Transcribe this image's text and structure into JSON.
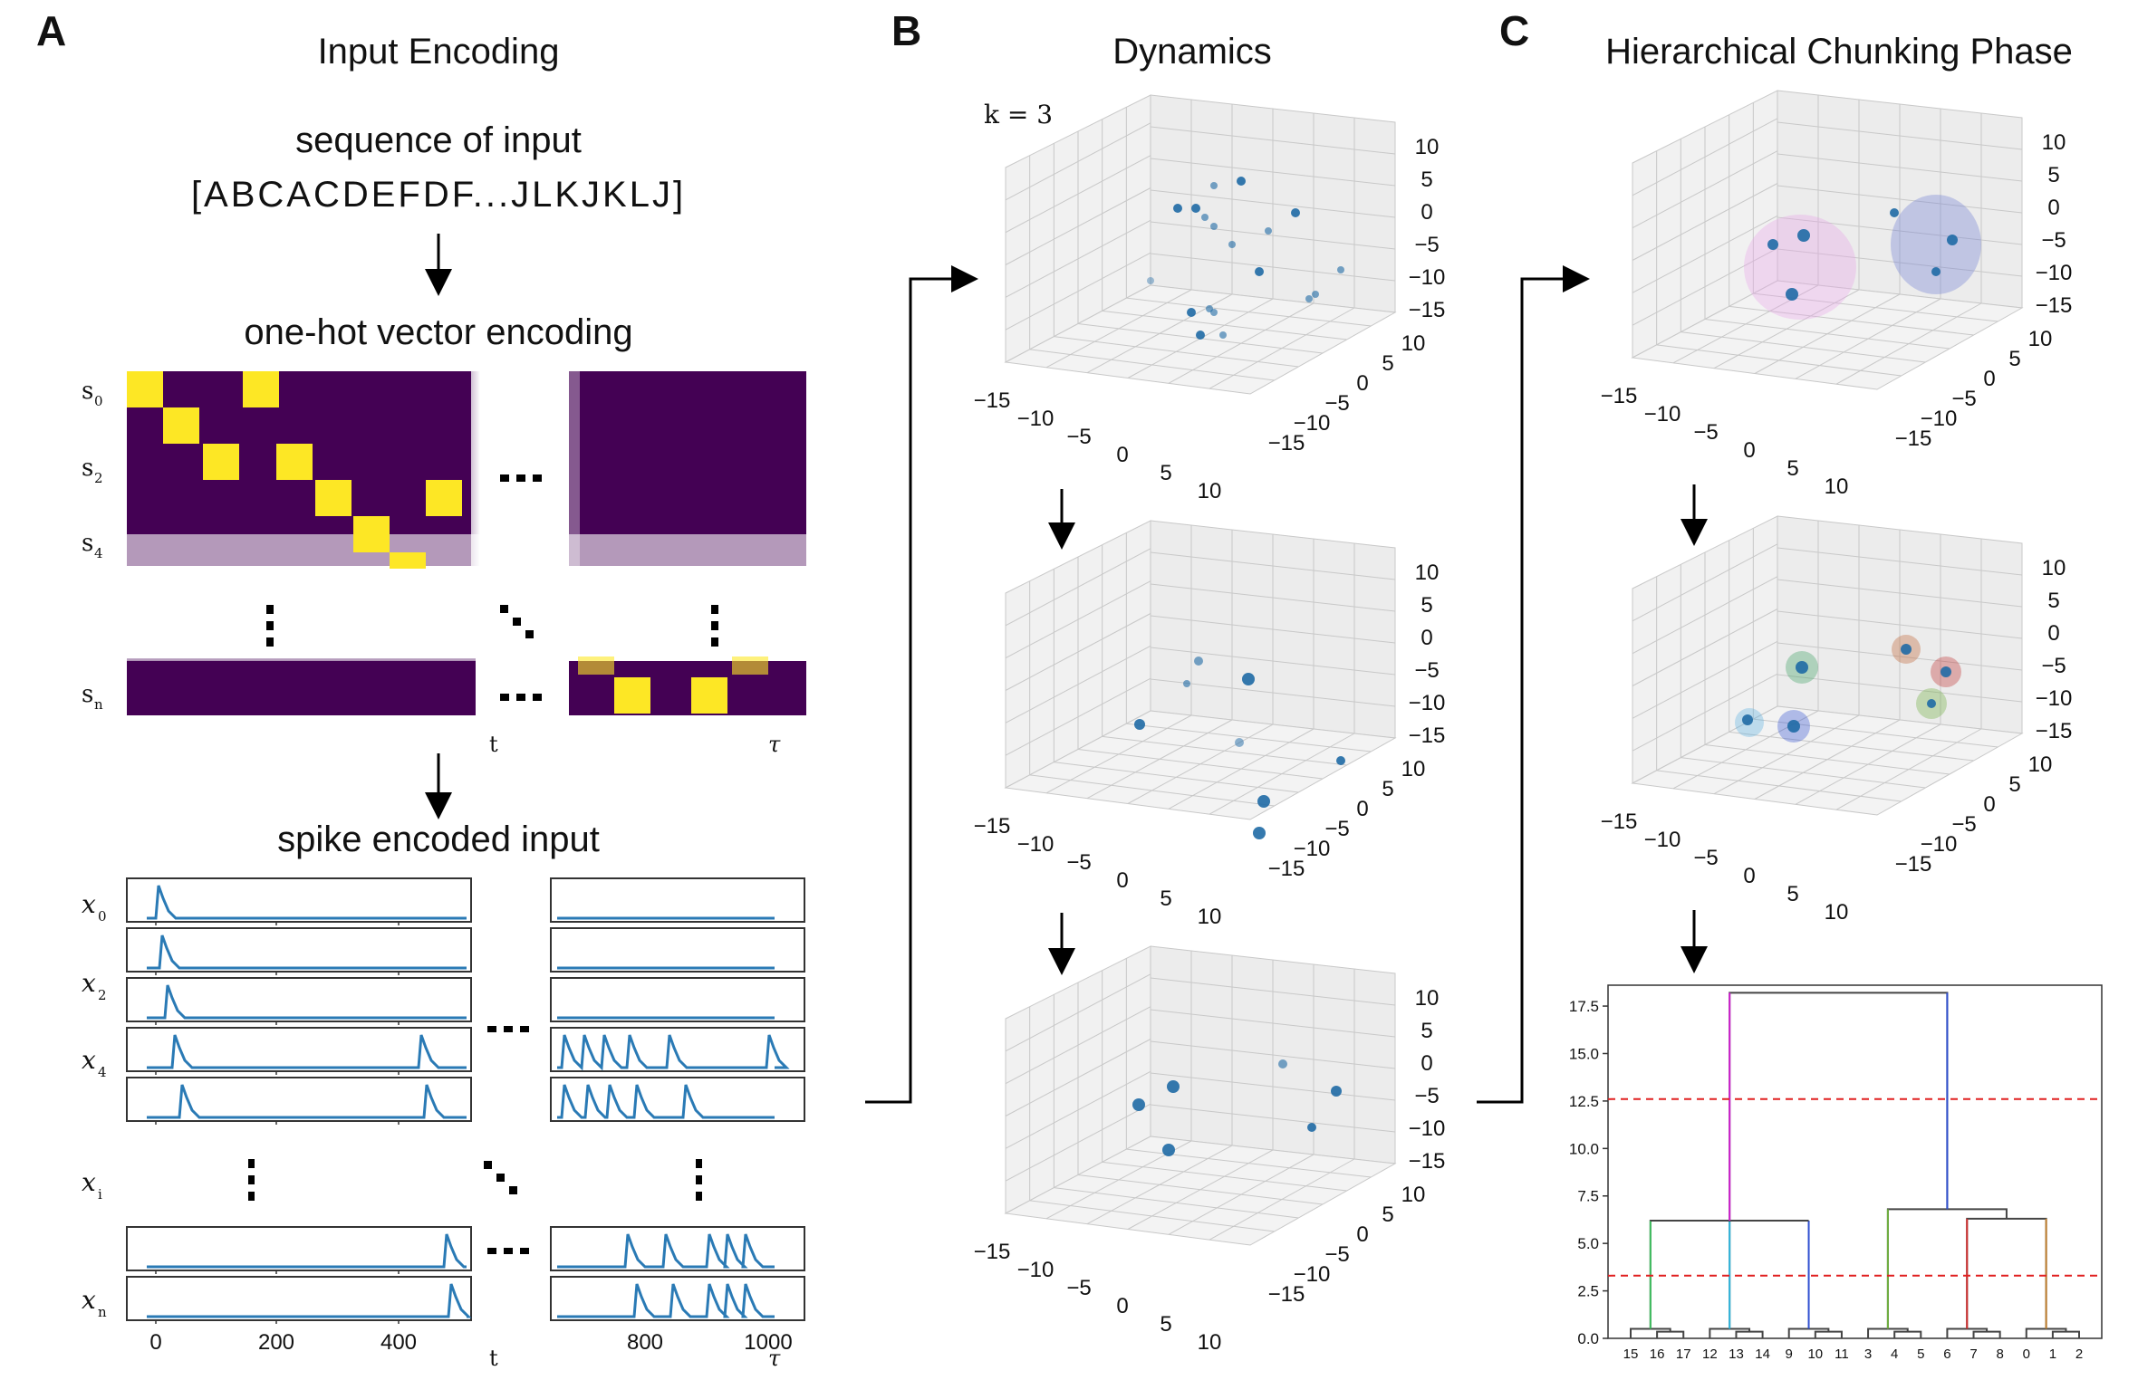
{
  "panels": {
    "a": {
      "letter": "A",
      "title": "Input Encoding",
      "sequence_label": "sequence of input",
      "sequence": "[ABCACDEFDF...JLKJKLJ]",
      "onehot_label": "one-hot vector encoding",
      "spike_label": "spike encoded input",
      "onehot_rows": {
        "s0": "s",
        "s0_sub": "0",
        "s2_sub": "2",
        "s4_sub": "4",
        "sn_sub": "n"
      },
      "spike_rows": {
        "x": "x",
        "x0_sub": "0",
        "x2_sub": "2",
        "x4_sub": "4",
        "xi_sub": "i",
        "xn_sub": "n"
      },
      "time_labels": {
        "t": "t",
        "tau": "τ"
      },
      "spike_xticks": [
        "0",
        "200",
        "400",
        "800",
        "1000"
      ]
    },
    "b": {
      "letter": "B",
      "title": "Dynamics",
      "k_label": "k = 3"
    },
    "c": {
      "letter": "C",
      "title": "Hierarchical Chunking Phase"
    }
  },
  "axes3d": {
    "x_ticks": [
      "−15",
      "−10",
      "−5",
      "0",
      "5",
      "10"
    ],
    "y_ticks": [
      "10",
      "5",
      "0",
      "−5",
      "−10",
      "−15"
    ],
    "z_ticks": [
      "10",
      "5",
      "0",
      "−5",
      "−10",
      "−15"
    ]
  },
  "colors": {
    "viridis_dark": "#440154",
    "viridis_yellow": "#fde725",
    "spike_blue": "#2a7ab5",
    "point_blue": "#1f6aa5",
    "threshold_red": "#e02020"
  },
  "chart_data": {
    "type": "dendrogram",
    "yticks": [
      "0.0",
      "2.5",
      "5.0",
      "7.5",
      "10.0",
      "12.5",
      "15.0",
      "17.5"
    ],
    "ylim": [
      0,
      18.6
    ],
    "leaves": [
      "15",
      "16",
      "17",
      "12",
      "13",
      "14",
      "9",
      "10",
      "11",
      "3",
      "4",
      "5",
      "6",
      "7",
      "8",
      "0",
      "1",
      "2"
    ],
    "thresholds": [
      12.6,
      3.3
    ],
    "merge_heights": {
      "root": 18.2,
      "left_group": 6.2,
      "right_group": 6.8,
      "right_sub": 6.3,
      "leaf_clusters": 0.5
    }
  }
}
